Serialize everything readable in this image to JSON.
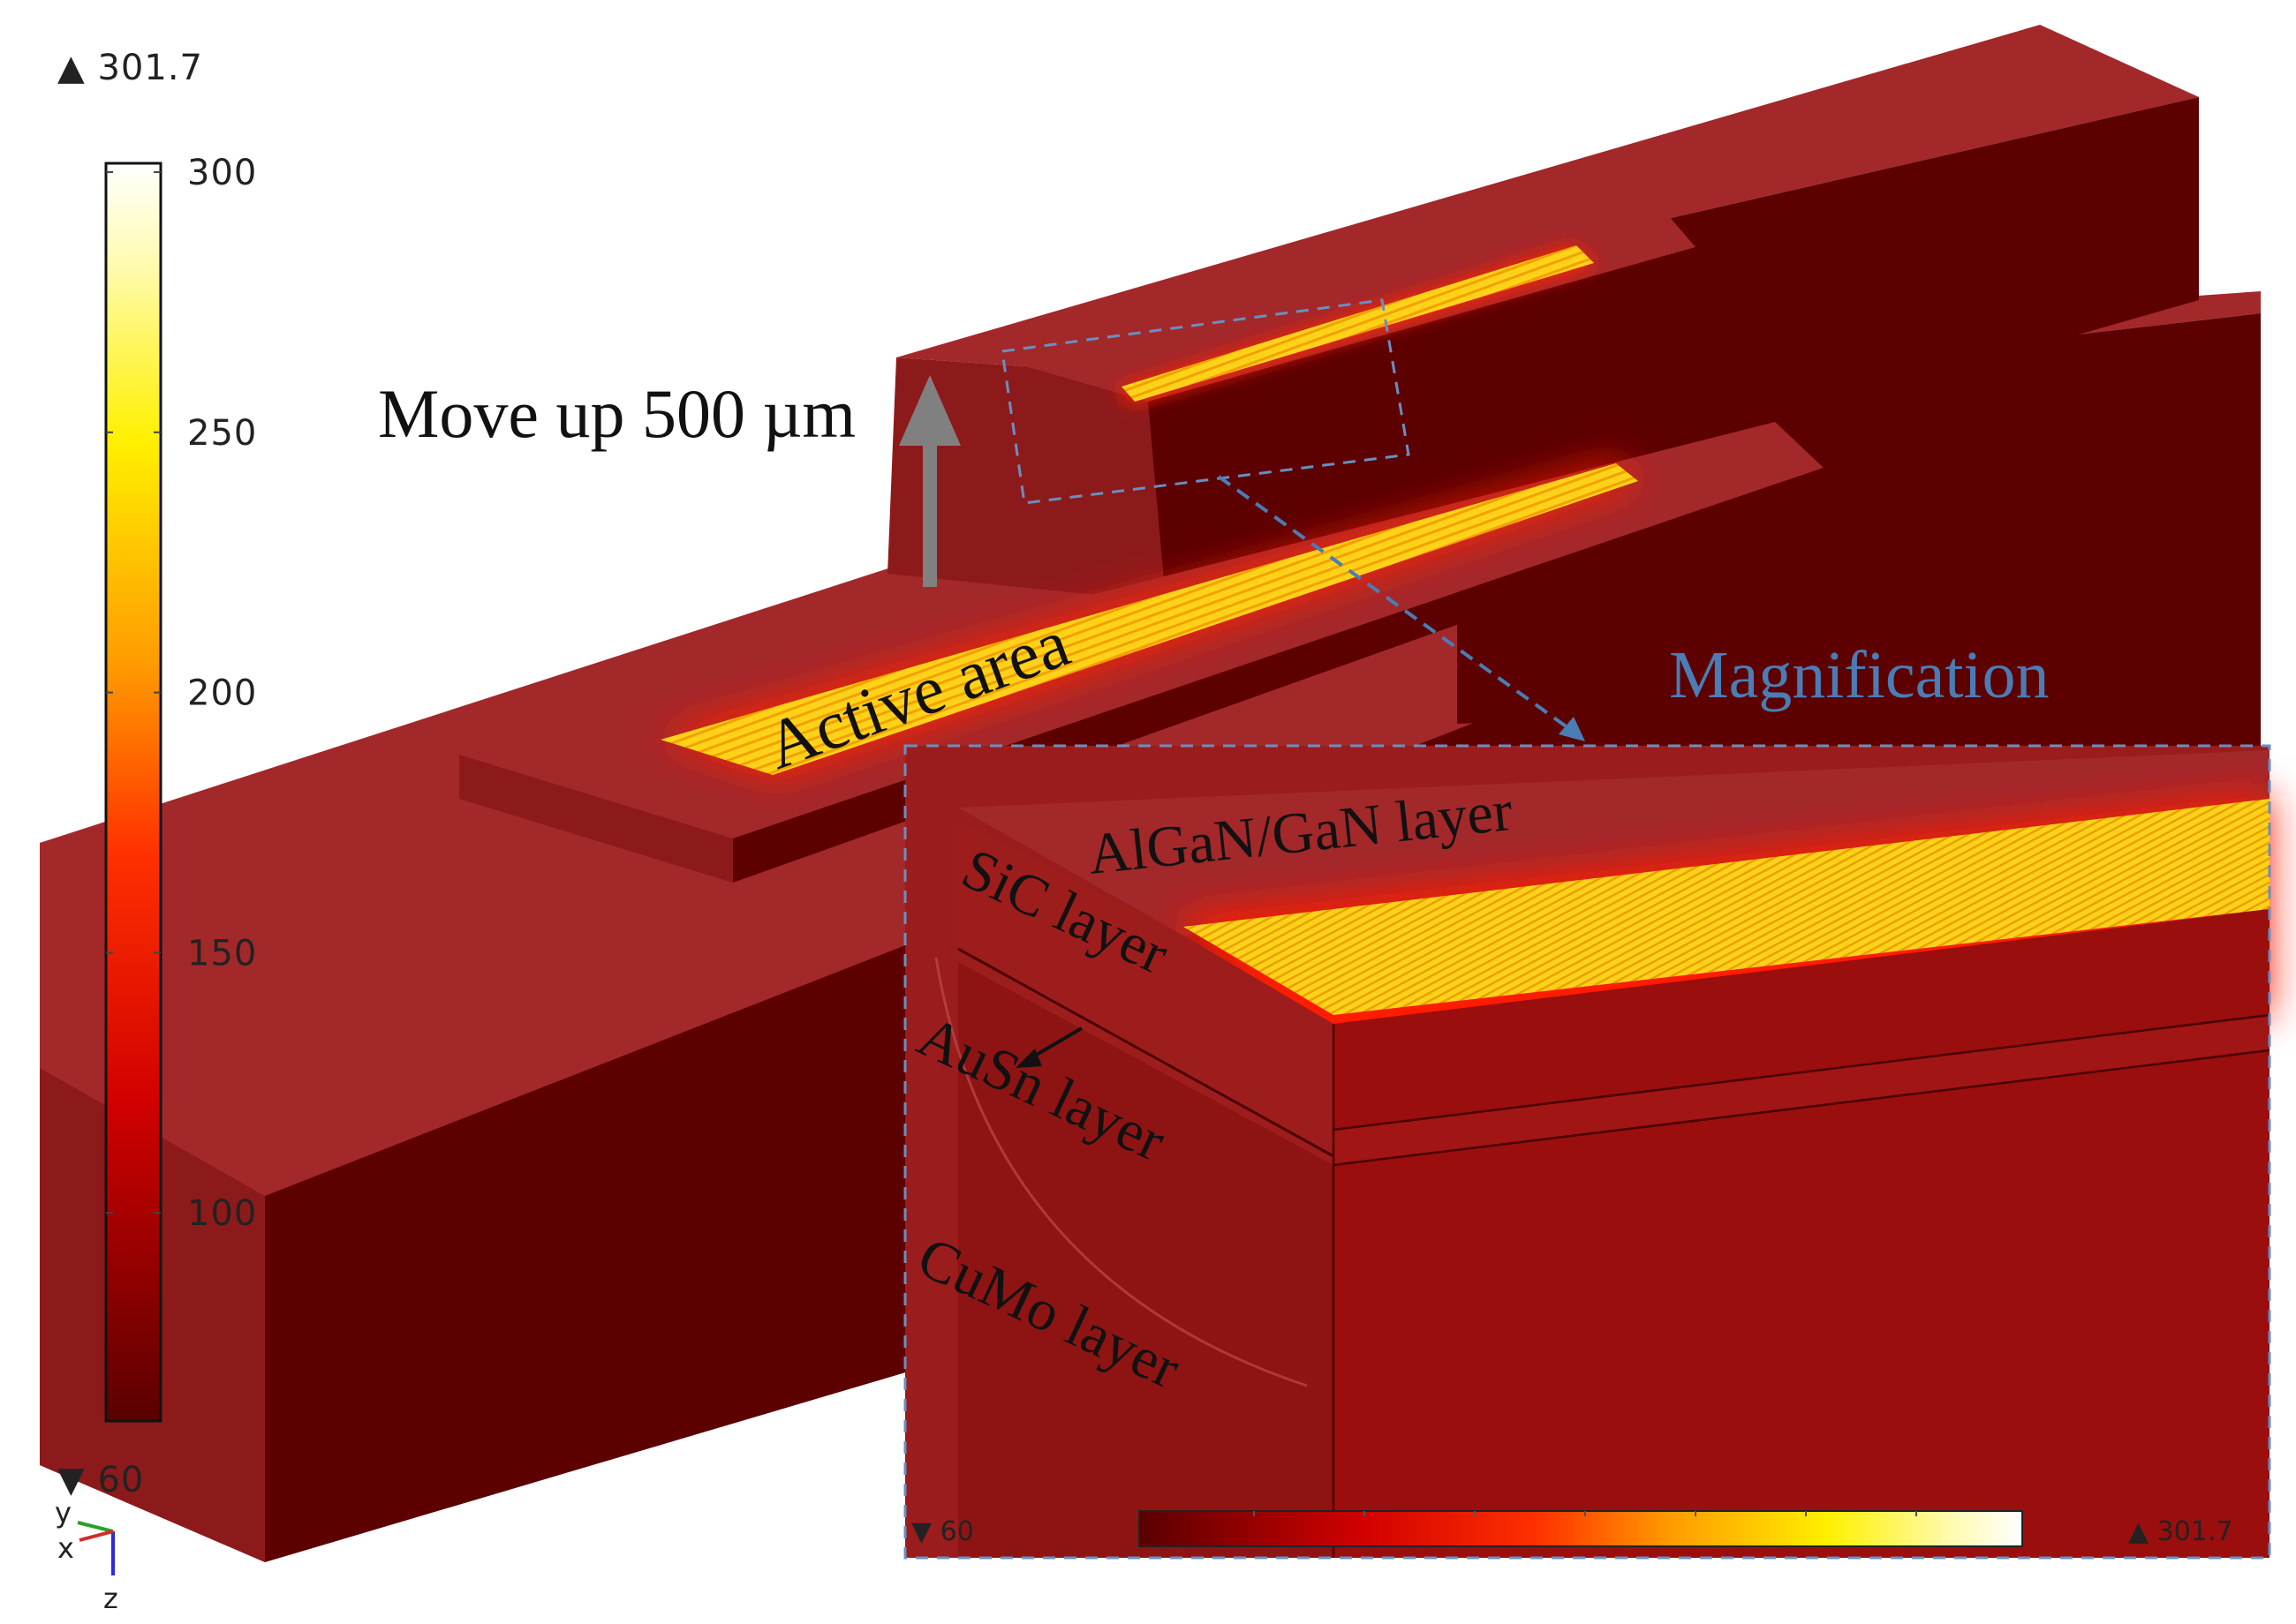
{
  "colorbar": {
    "max_label": "▲ 301.7",
    "min_label": "▼ 60",
    "ticks": [
      "300",
      "250",
      "200",
      "150",
      "100"
    ],
    "tick_values": [
      300,
      250,
      200,
      150,
      100
    ],
    "range": [
      60,
      301.7
    ]
  },
  "labels": {
    "move_up": "Move up 500 µm",
    "active_area": "Active area",
    "magnification": "Magnification"
  },
  "inset": {
    "layers": {
      "algan": "AlGaN/GaN layer",
      "sic": "SiC layer",
      "ausn": "AuSn layer",
      "cumo": "CuMo layer"
    },
    "colorbar_min": "▼ 60",
    "colorbar_max": "▲ 301.7"
  },
  "axes": {
    "y": "y",
    "x": "x",
    "z": "z"
  },
  "colors": {
    "heat_low": "#5a0000",
    "heat_mid": "#ff1a00",
    "heat_high": "#ffe100",
    "heat_max": "#ffffff",
    "block_light": "#a3282a",
    "block_dark": "#5c0000",
    "magnify_accent": "#4a7db5"
  }
}
